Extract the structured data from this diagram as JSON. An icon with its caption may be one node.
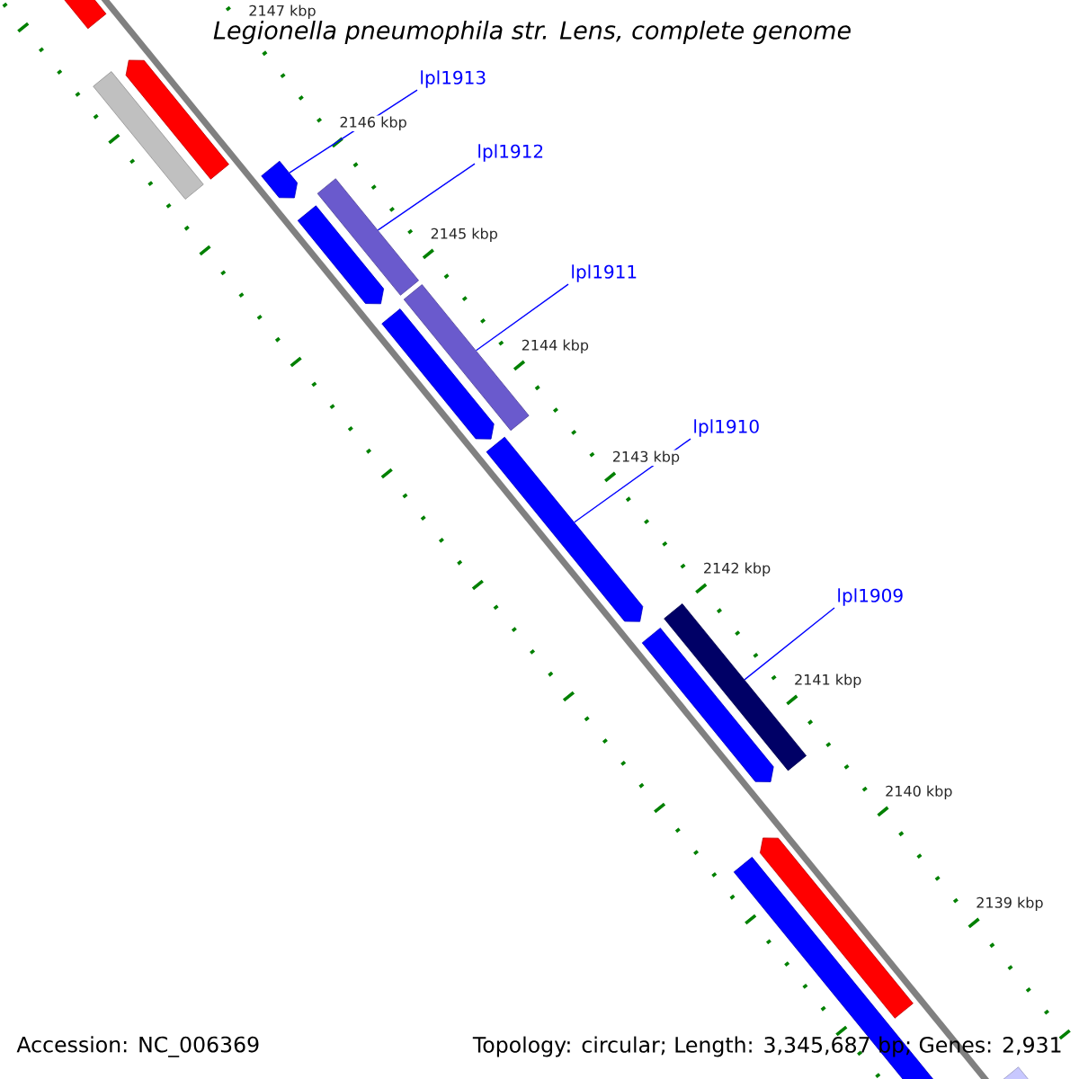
{
  "diagram": {
    "title": "Legionella pneumophila str. Lens, complete genome",
    "nodes": [
      {
        "text": [
          "lpl1913"
        ]
      },
      {
        "text": [
          "lpl1912"
        ]
      },
      {
        "text": [
          "lpl1911"
        ]
      },
      {
        "text": [
          "lpl1910"
        ]
      },
      {
        "text": [
          "lpl1909"
        ]
      },
      {
        "text": [],
        "shape": "bar"
      },
      {
        "text": [],
        "shape": "bar"
      },
      {
        "text": [],
        "shape": "bar"
      },
      {
        "text": [],
        "shape": "bar"
      },
      {
        "text": [],
        "shape": "bar"
      },
      {
        "text": [],
        "shape": "bar"
      },
      {
        "text": [],
        "shape": "bar"
      },
      {
        "text": [],
        "shape": "bar"
      },
      {
        "text": [],
        "shape": "bar"
      },
      {
        "text": [],
        "shape": "bar"
      },
      {
        "text": [],
        "shape": "bar"
      },
      {
        "text": [],
        "shape": "bar"
      },
      {
        "text": [],
        "shape": "bar"
      },
      {
        "text": [],
        "shape": "bar"
      }
    ],
    "edges": [
      {
        "from": 0,
        "to": 5,
        "arrow": "none"
      },
      {
        "from": 1,
        "to": 6,
        "arrow": "none"
      },
      {
        "from": 2,
        "to": 7,
        "arrow": "none"
      },
      {
        "from": 3,
        "to": 8,
        "arrow": "none"
      },
      {
        "from": 4,
        "to": 9,
        "arrow": "none"
      }
    ],
    "labels": [
      "2147 kbp",
      "2146 kbp",
      "2145 kbp",
      "2144 kbp",
      "2143 kbp",
      "2142 kbp",
      "2141 kbp",
      "2140 kbp",
      "2139 kbp",
      "Accession: NC_006369",
      "Topology: circular; Length: 3,345,687 bp; Genes: 2,931"
    ]
  }
}
